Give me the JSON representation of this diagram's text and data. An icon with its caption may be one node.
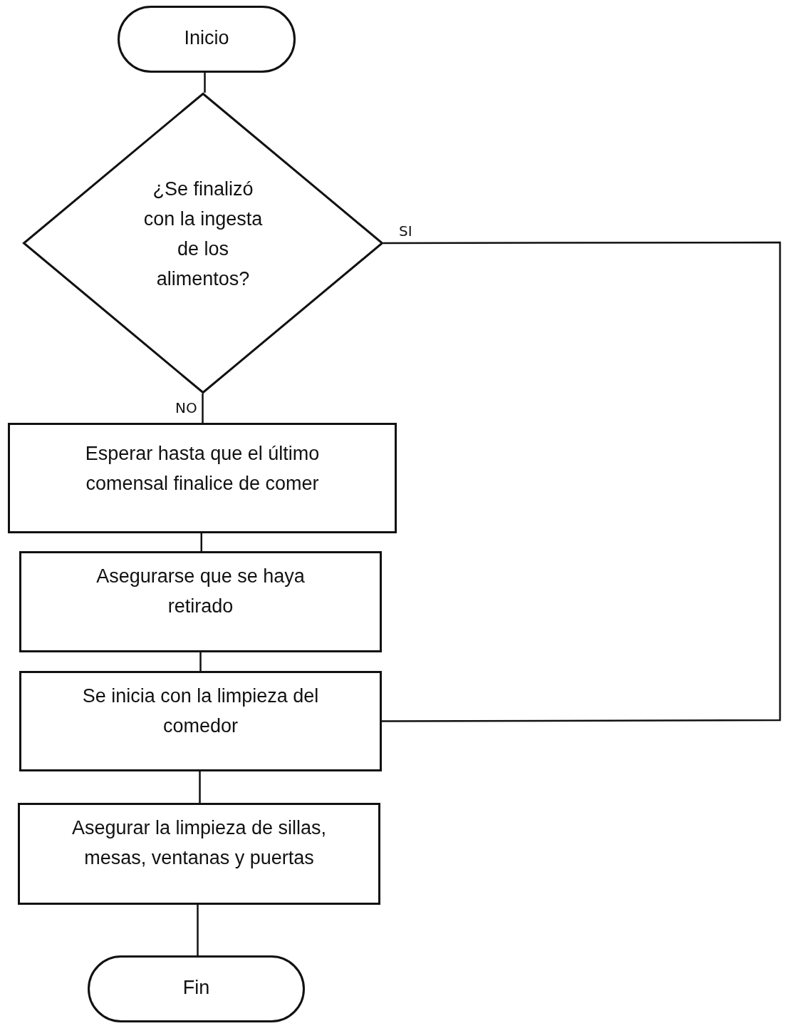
{
  "diagram": {
    "nodes": [
      {
        "text": [
          "Inicio"
        ]
      },
      {
        "text": [
          "¿Se finalizó con la ingesta de los alimentos?"
        ]
      },
      {
        "text": [
          "Esperar hasta que el último comensal finalice de comer"
        ]
      },
      {
        "text": [
          "Asegurarse que se haya retirado"
        ]
      },
      {
        "text": [
          "Se inicia con la limpieza del comedor"
        ]
      },
      {
        "text": [
          "Asegurar la limpieza de sillas, mesas, ventanas y puertas"
        ]
      },
      {
        "text": [
          "Fin"
        ]
      }
    ],
    "edges": [
      {
        "from": 0,
        "to": 1,
        "arrow": "none"
      },
      {
        "from": 1,
        "to": 2,
        "arrow": "none",
        "label": "NO"
      },
      {
        "from": 2,
        "to": 3,
        "arrow": "none"
      },
      {
        "from": 3,
        "to": 4,
        "arrow": "none"
      },
      {
        "from": 1,
        "to": 4,
        "arrow": "none",
        "label": "SI"
      },
      {
        "from": 4,
        "to": 5,
        "arrow": "none"
      },
      {
        "from": 5,
        "to": 6,
        "arrow": "none"
      }
    ]
  }
}
